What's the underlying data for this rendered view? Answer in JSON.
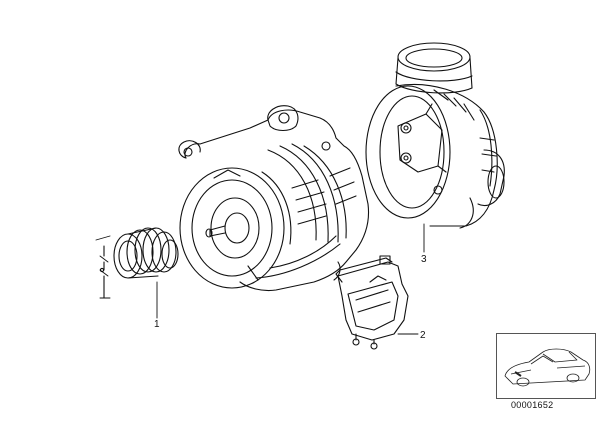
{
  "callouts": [
    {
      "number": "1",
      "part": "pulley"
    },
    {
      "number": "2",
      "part": "regulator"
    },
    {
      "number": "3",
      "part": "housing"
    }
  ],
  "document_number": "00001652",
  "icons": {
    "alternator": "alternator-illustration",
    "pulley": "pulley-illustration",
    "regulator": "voltage-regulator-illustration",
    "housing": "air-duct-housing-illustration",
    "thumbnail": "car-location-thumbnail"
  },
  "colors": {
    "line": "#111111",
    "background": "#ffffff"
  }
}
